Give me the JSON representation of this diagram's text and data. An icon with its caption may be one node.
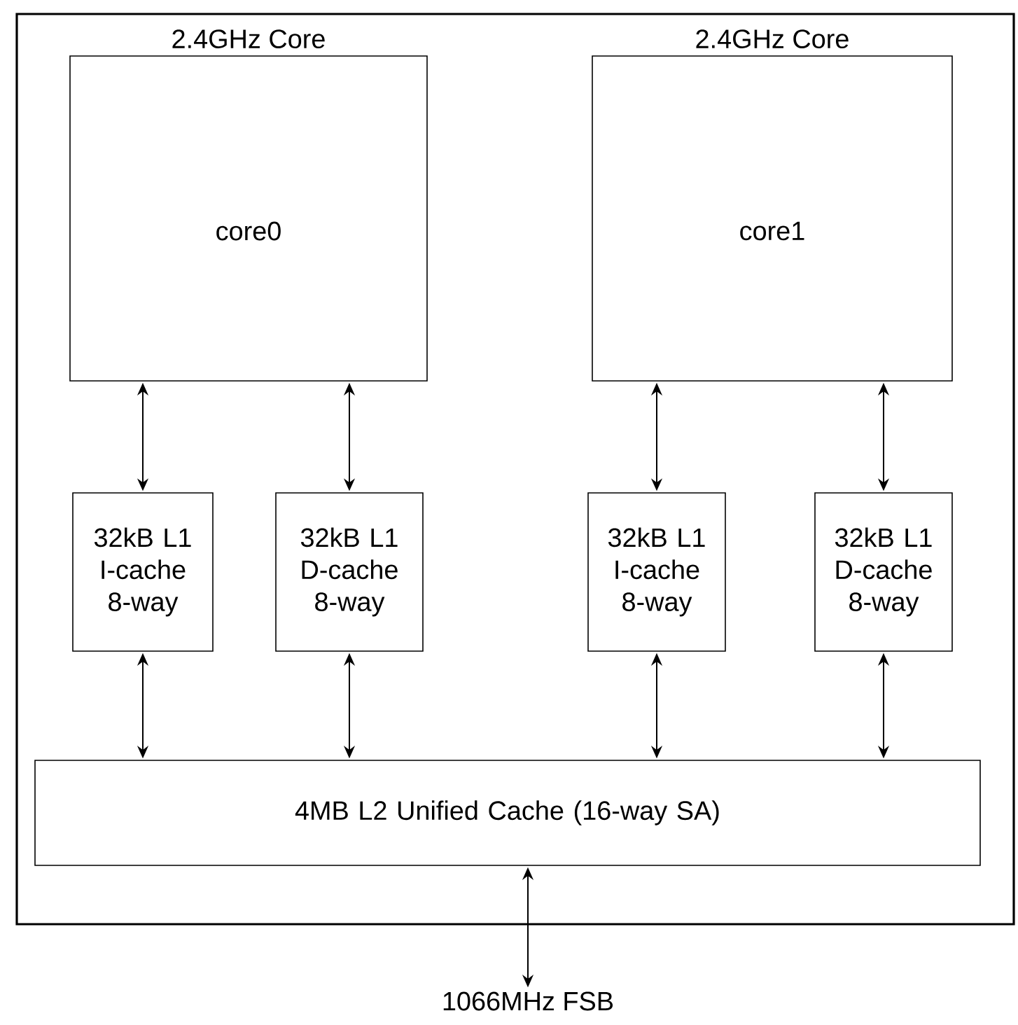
{
  "diagram": {
    "nodes": [
      {
        "text": [],
        "shape": "box"
      },
      {
        "text": [
          "2.4GHz Core",
          "core0"
        ],
        "in": 0
      },
      {
        "text": [
          "2.4GHz Core",
          "core1"
        ],
        "in": 0
      },
      {
        "text": [
          "32kB L1 I-cache 8-way"
        ],
        "in": 0
      },
      {
        "text": [
          "32kB L1 D-cache 8-way"
        ],
        "in": 0
      },
      {
        "text": [
          "32kB L1 I-cache 8-way"
        ],
        "in": 0
      },
      {
        "text": [
          "32kB L1 D-cache 8-way"
        ],
        "in": 0
      },
      {
        "text": [
          "4MB L2 Unified Cache (16-way SA)"
        ],
        "in": 0
      },
      {
        "text": [
          "1066MHz FSB"
        ]
      }
    ],
    "edges": [
      {
        "from": 1,
        "to": 3,
        "arrow": "both"
      },
      {
        "from": 1,
        "to": 4,
        "arrow": "both"
      },
      {
        "from": 2,
        "to": 5,
        "arrow": "both"
      },
      {
        "from": 2,
        "to": 6,
        "arrow": "both"
      },
      {
        "from": 3,
        "to": 7,
        "arrow": "both"
      },
      {
        "from": 4,
        "to": 7,
        "arrow": "both"
      },
      {
        "from": 5,
        "to": 7,
        "arrow": "both"
      },
      {
        "from": 6,
        "to": 7,
        "arrow": "both"
      },
      {
        "from": 7,
        "to": 8,
        "arrow": "both"
      }
    ]
  }
}
